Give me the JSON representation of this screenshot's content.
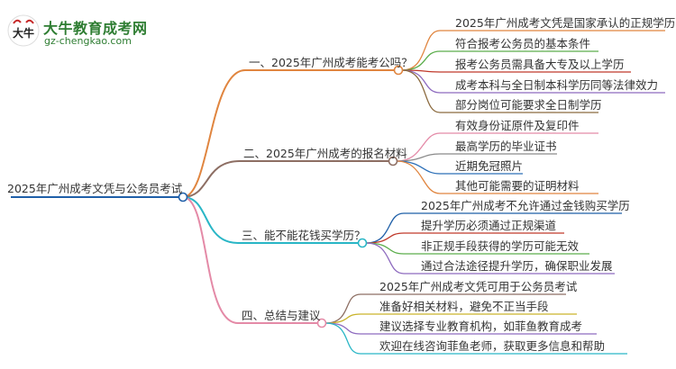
{
  "logo": {
    "title": "大牛教育成考网",
    "url": "gz-chengkao.com",
    "mark_char": "大牛"
  },
  "root": {
    "label": "2025年广州成考文凭与公务员考试"
  },
  "branches": [
    {
      "label": "一、2025年广州成考能考公吗？",
      "color": "#e0853f",
      "children": [
        {
          "label": "2025年广州成考文凭是国家承认的正规学历",
          "color": "#e0853f"
        },
        {
          "label": "符合报考公务员的基本条件",
          "color": "#5cae4c"
        },
        {
          "label": "报考公务员需具备大专及以上学历",
          "color": "#c0392b"
        },
        {
          "label": "成考本科与全日制本科学历同等法律效力",
          "color": "#8e6bbf"
        },
        {
          "label": "部分岗位可能要求全日制学历",
          "color": "#8b6a3e"
        }
      ]
    },
    {
      "label": "二、2025年广州成考的报名材料",
      "color": "#8d6e63",
      "children": [
        {
          "label": "有效身份证原件及复印件",
          "color": "#e48aa7"
        },
        {
          "label": "最高学历的毕业证书",
          "color": "#8a8a8a"
        },
        {
          "label": "近期免冠照片",
          "color": "#2c6fb7"
        },
        {
          "label": "其他可能需要的证明材料",
          "color": "#e0853f"
        }
      ]
    },
    {
      "label": "三、能不能花钱买学历？",
      "color": "#29b6c6",
      "children": [
        {
          "label": "2025年广州成考不允许通过金钱购买学历",
          "color": "#1f5fa8"
        },
        {
          "label": "提升学历必须通过正规渠道",
          "color": "#c0392b"
        },
        {
          "label": "非正规手段获得的学历可能无效",
          "color": "#5cae4c"
        },
        {
          "label": "通过合法途径提升学历，确保职业发展",
          "color": "#8e6bbf"
        }
      ]
    },
    {
      "label": "四、总结与建议",
      "color": "#e48aa7",
      "children": [
        {
          "label": "2025年广州成考文凭可用于公务员考试",
          "color": "#8d6e63"
        },
        {
          "label": "准备好相关材料，避免不正当手段",
          "color": "#c9b32a"
        },
        {
          "label": "建议选择专业教育机构，如菲鱼教育成考",
          "color": "#8e6bbf"
        },
        {
          "label": "欢迎在线咨询菲鱼老师，获取更多信息和帮助",
          "color": "#29b6c6"
        }
      ]
    }
  ],
  "root_color": "#1f5fa8"
}
